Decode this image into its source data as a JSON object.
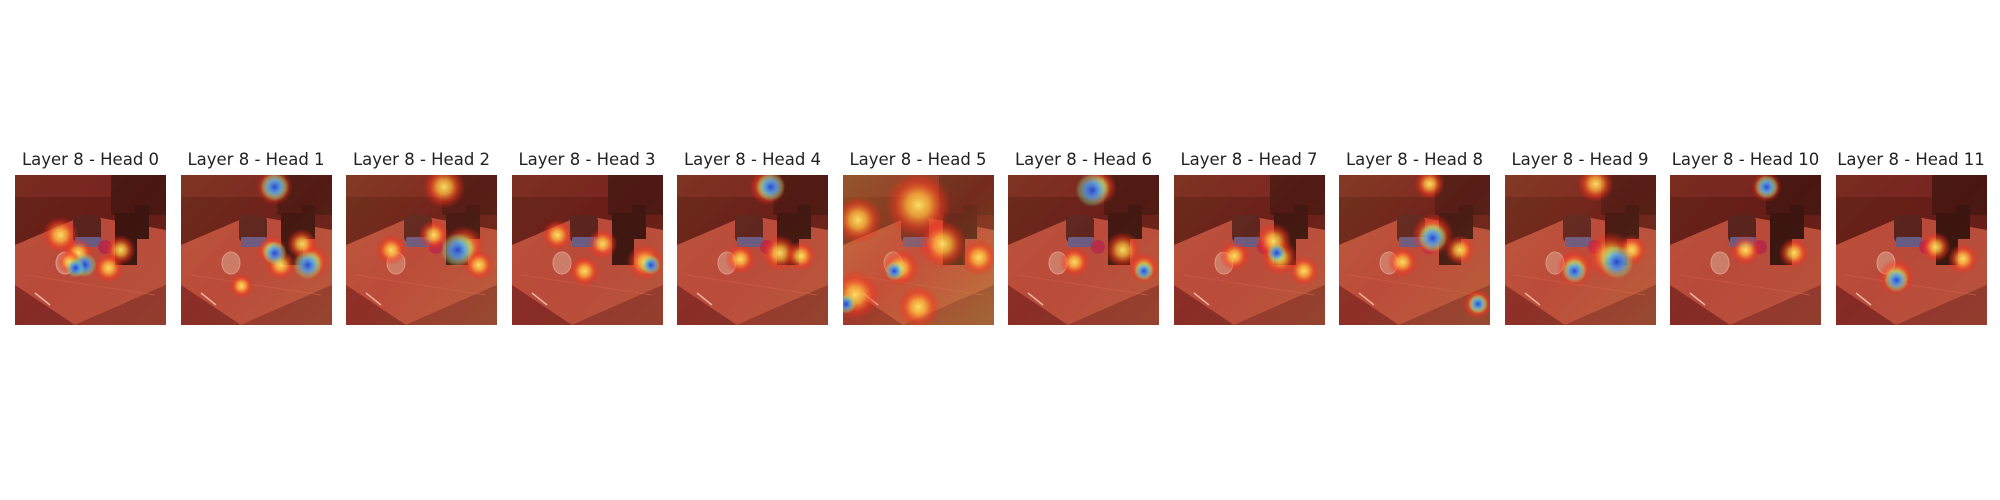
{
  "figure": {
    "panels": [
      {
        "title": "Layer 8 - Head 0",
        "hotspots": [
          [
            0.42,
            0.52,
            0.1
          ],
          [
            0.36,
            0.58,
            0.08
          ],
          [
            0.7,
            0.5,
            0.1
          ],
          [
            0.3,
            0.4,
            0.12
          ],
          [
            0.62,
            0.62,
            0.1
          ]
        ],
        "cool": [
          [
            0.46,
            0.6,
            0.05
          ],
          [
            0.4,
            0.62,
            0.04
          ]
        ],
        "haze": 0.1
      },
      {
        "title": "Layer 8 - Head 1",
        "hotspots": [
          [
            0.62,
            0.08,
            0.12
          ],
          [
            0.6,
            0.5,
            0.1
          ],
          [
            0.86,
            0.58,
            0.12
          ],
          [
            0.8,
            0.46,
            0.1
          ],
          [
            0.66,
            0.6,
            0.1
          ],
          [
            0.4,
            0.74,
            0.08
          ]
        ],
        "cool": [
          [
            0.62,
            0.08,
            0.06
          ],
          [
            0.84,
            0.6,
            0.06
          ],
          [
            0.62,
            0.52,
            0.05
          ]
        ],
        "haze": 0.15
      },
      {
        "title": "Layer 8 - Head 2",
        "hotspots": [
          [
            0.65,
            0.08,
            0.14
          ],
          [
            0.78,
            0.48,
            0.14
          ],
          [
            0.88,
            0.6,
            0.1
          ],
          [
            0.58,
            0.4,
            0.1
          ],
          [
            0.3,
            0.5,
            0.1
          ]
        ],
        "cool": [
          [
            0.74,
            0.5,
            0.07
          ]
        ],
        "haze": 0.18
      },
      {
        "title": "Layer 8 - Head 3",
        "hotspots": [
          [
            0.88,
            0.58,
            0.12
          ],
          [
            0.6,
            0.46,
            0.1
          ],
          [
            0.48,
            0.64,
            0.1
          ],
          [
            0.3,
            0.4,
            0.1
          ]
        ],
        "cool": [
          [
            0.92,
            0.6,
            0.04
          ]
        ],
        "haze": 0.12
      },
      {
        "title": "Layer 8 - Head 4",
        "hotspots": [
          [
            0.6,
            0.08,
            0.12
          ],
          [
            0.68,
            0.52,
            0.12
          ],
          [
            0.42,
            0.56,
            0.1
          ],
          [
            0.82,
            0.54,
            0.1
          ]
        ],
        "cool": [
          [
            0.62,
            0.08,
            0.06
          ]
        ],
        "haze": 0.14
      },
      {
        "title": "Layer 8 - Head 5",
        "hotspots": [
          [
            0.5,
            0.2,
            0.22
          ],
          [
            0.1,
            0.3,
            0.16
          ],
          [
            0.08,
            0.8,
            0.16
          ],
          [
            0.66,
            0.46,
            0.16
          ],
          [
            0.38,
            0.62,
            0.12
          ],
          [
            0.9,
            0.55,
            0.12
          ],
          [
            0.5,
            0.88,
            0.14
          ]
        ],
        "cool": [
          [
            0.34,
            0.64,
            0.04
          ],
          [
            0.02,
            0.86,
            0.04
          ]
        ],
        "haze": 0.35
      },
      {
        "title": "Layer 8 - Head 6",
        "hotspots": [
          [
            0.6,
            0.08,
            0.12
          ],
          [
            0.76,
            0.5,
            0.12
          ],
          [
            0.9,
            0.62,
            0.1
          ],
          [
            0.44,
            0.58,
            0.1
          ]
        ],
        "cool": [
          [
            0.56,
            0.1,
            0.07
          ],
          [
            0.9,
            0.64,
            0.04
          ]
        ],
        "haze": 0.14
      },
      {
        "title": "Layer 8 - Head 7",
        "hotspots": [
          [
            0.7,
            0.55,
            0.12
          ],
          [
            0.86,
            0.64,
            0.1
          ],
          [
            0.66,
            0.44,
            0.12
          ],
          [
            0.4,
            0.54,
            0.1
          ]
        ],
        "cool": [
          [
            0.68,
            0.52,
            0.04
          ]
        ],
        "haze": 0.14
      },
      {
        "title": "Layer 8 - Head 8",
        "hotspots": [
          [
            0.62,
            0.4,
            0.14
          ],
          [
            0.42,
            0.58,
            0.1
          ],
          [
            0.92,
            0.86,
            0.1
          ],
          [
            0.8,
            0.5,
            0.1
          ],
          [
            0.6,
            0.06,
            0.1
          ]
        ],
        "cool": [
          [
            0.62,
            0.42,
            0.06
          ],
          [
            0.92,
            0.86,
            0.04
          ]
        ],
        "haze": 0.18
      },
      {
        "title": "Layer 8 - Head 9",
        "hotspots": [
          [
            0.7,
            0.54,
            0.16
          ],
          [
            0.46,
            0.62,
            0.12
          ],
          [
            0.84,
            0.5,
            0.1
          ],
          [
            0.6,
            0.06,
            0.12
          ]
        ],
        "cool": [
          [
            0.74,
            0.58,
            0.07
          ],
          [
            0.46,
            0.64,
            0.05
          ]
        ],
        "haze": 0.18
      },
      {
        "title": "Layer 8 - Head 10",
        "hotspots": [
          [
            0.64,
            0.08,
            0.1
          ],
          [
            0.5,
            0.5,
            0.1
          ],
          [
            0.82,
            0.52,
            0.1
          ]
        ],
        "cool": [
          [
            0.64,
            0.08,
            0.05
          ]
        ],
        "haze": 0.1
      },
      {
        "title": "Layer 8 - Head 11",
        "hotspots": [
          [
            0.4,
            0.68,
            0.12
          ],
          [
            0.66,
            0.48,
            0.1
          ],
          [
            0.84,
            0.56,
            0.1
          ]
        ],
        "cool": [
          [
            0.4,
            0.7,
            0.05
          ]
        ],
        "haze": 0.1
      }
    ]
  }
}
